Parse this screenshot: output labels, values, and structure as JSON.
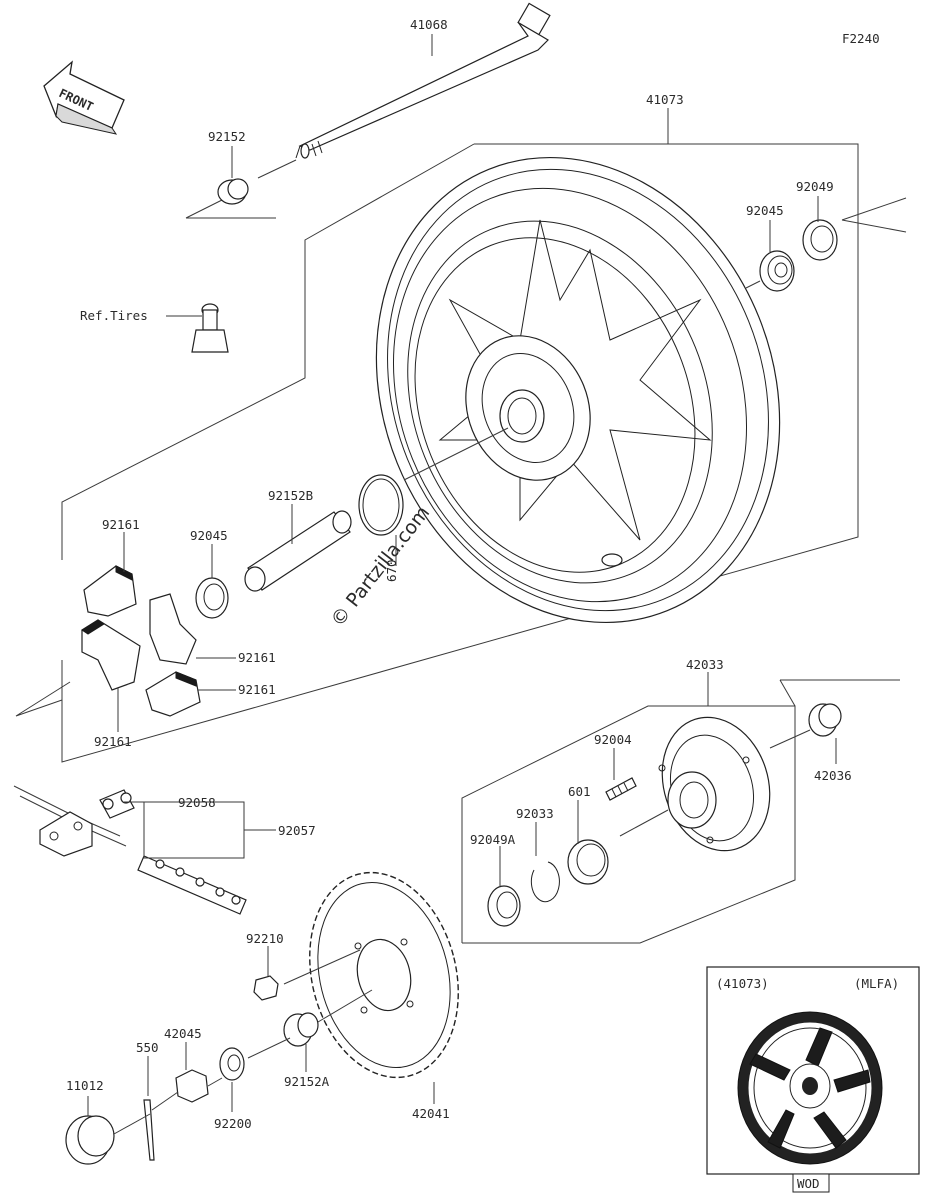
{
  "diagram_code": "F2240",
  "front_label": "FRONT",
  "watermark": "© Partzilla.com",
  "ref_tires_label": "Ref.Tires",
  "inset": {
    "part_label": "(41073)",
    "variant_label": "(MLFA)",
    "color_label": "WOD"
  },
  "part_labels": {
    "p41068": "41068",
    "p41073": "41073",
    "p92152": "92152",
    "p92049": "92049",
    "p92045_top": "92045",
    "p92152B": "92152B",
    "p92045_mid": "92045",
    "p92161_a": "92161",
    "p92161_b": "92161",
    "p92161_c": "92161",
    "p92161_d": "92161",
    "p670": "670",
    "p42033": "42033",
    "p92004": "92004",
    "p601": "601",
    "p92033": "92033",
    "p92049A": "92049A",
    "p42036": "42036",
    "p92058": "92058",
    "p92057": "92057",
    "p92210": "92210",
    "p42045": "42045",
    "p550": "550",
    "p11012": "11012",
    "p92200": "92200",
    "p92152A": "92152A",
    "p42041": "42041"
  }
}
